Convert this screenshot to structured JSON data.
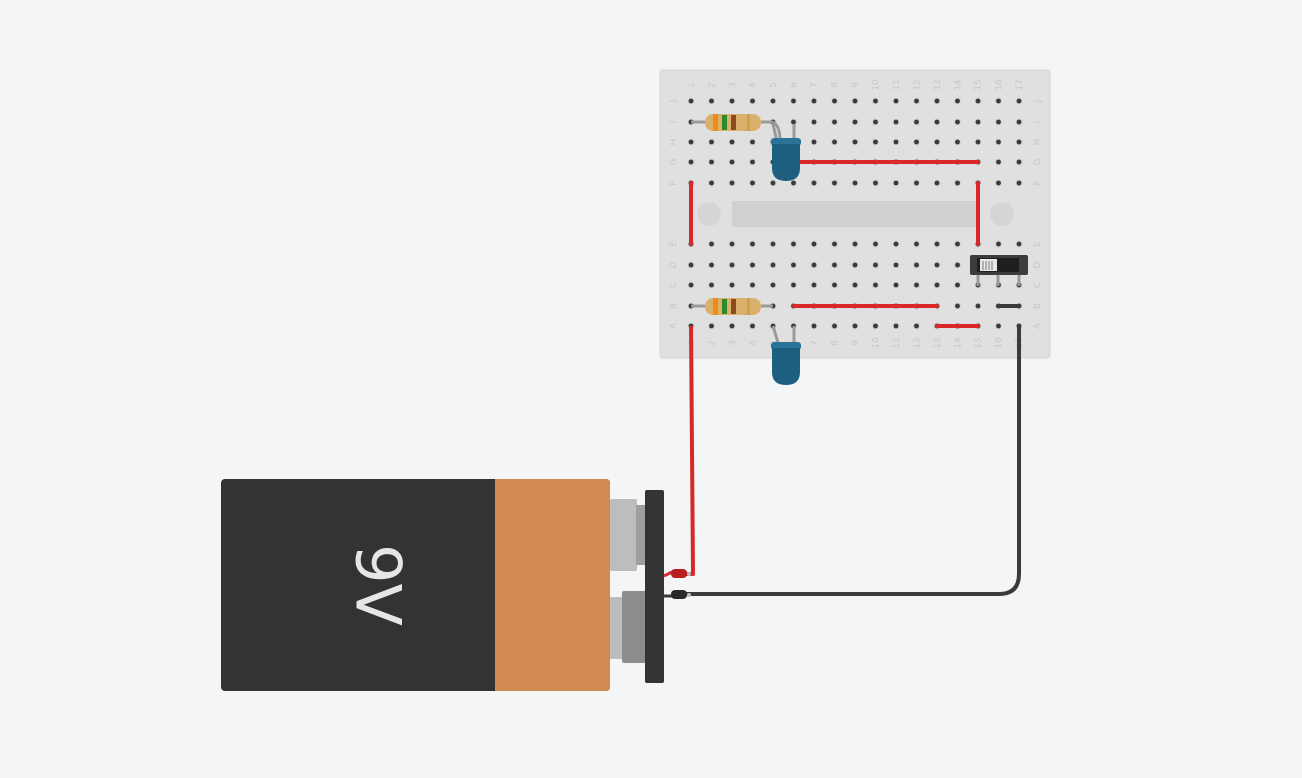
{
  "canvas": {
    "background": "#f4f5f7"
  },
  "breadboard": {
    "name": "mini breadboard",
    "columns": [
      "1",
      "2",
      "3",
      "4",
      "5",
      "6",
      "7",
      "8",
      "9",
      "10",
      "11",
      "12",
      "13",
      "14",
      "15",
      "16",
      "17"
    ],
    "rows_top": [
      "J",
      "I",
      "H",
      "G",
      "F"
    ],
    "rows_bottom": [
      "E",
      "D",
      "C",
      "B",
      "A"
    ],
    "body_color": "#e0e0e0",
    "hole_color": "#3a3a3a"
  },
  "battery": {
    "label": "9V",
    "body_color": "#333333",
    "band_color": "#d18b51"
  },
  "wire_colors": {
    "positive": "#d8282a",
    "negative": "#3b3b3b"
  },
  "components": {
    "resistors": [
      "resistor-1",
      "resistor-2"
    ],
    "leds": [
      "led-1",
      "led-2"
    ],
    "switch": "slide-switch",
    "led_color": "#1e5f80"
  }
}
